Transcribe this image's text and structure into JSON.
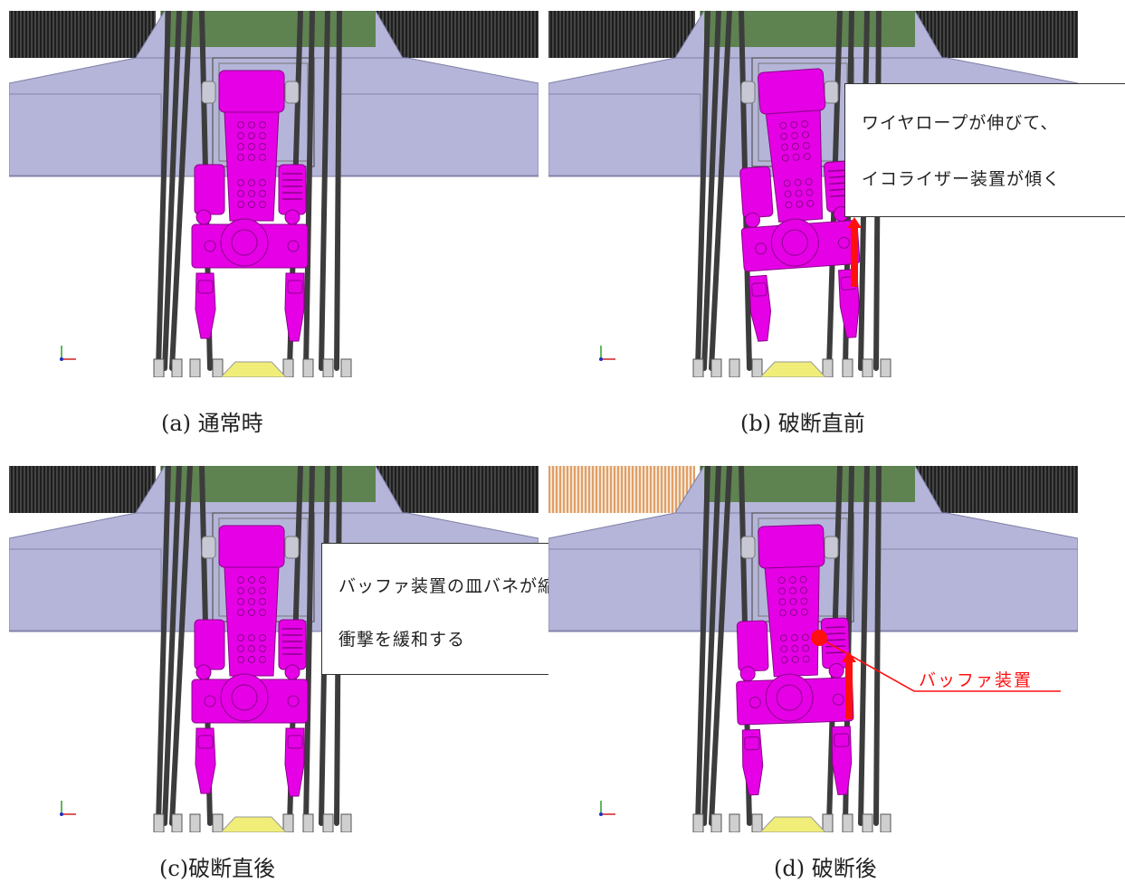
{
  "panels": [
    {
      "id": "a",
      "caption": "(a) 通常時"
    },
    {
      "id": "b",
      "caption": "(b) 破断直前",
      "callout": [
        "ワイヤロープが伸びて、",
        "イコライザー装置が傾く"
      ]
    },
    {
      "id": "c",
      "caption": "(c)破断直後",
      "callout": [
        "バッファ装置の皿バネが縮み、",
        "衝撃を緩和する"
      ]
    },
    {
      "id": "d",
      "caption": "(d) 破断後",
      "label": "バッファ装置"
    }
  ],
  "colors": {
    "equalizer": "#e600e6",
    "frame": "#b4b5d8",
    "drum": "#4f7a3a",
    "rope": "#3c3c3c",
    "arrow": "#ff1010",
    "broken_rope": "#d9823a"
  }
}
